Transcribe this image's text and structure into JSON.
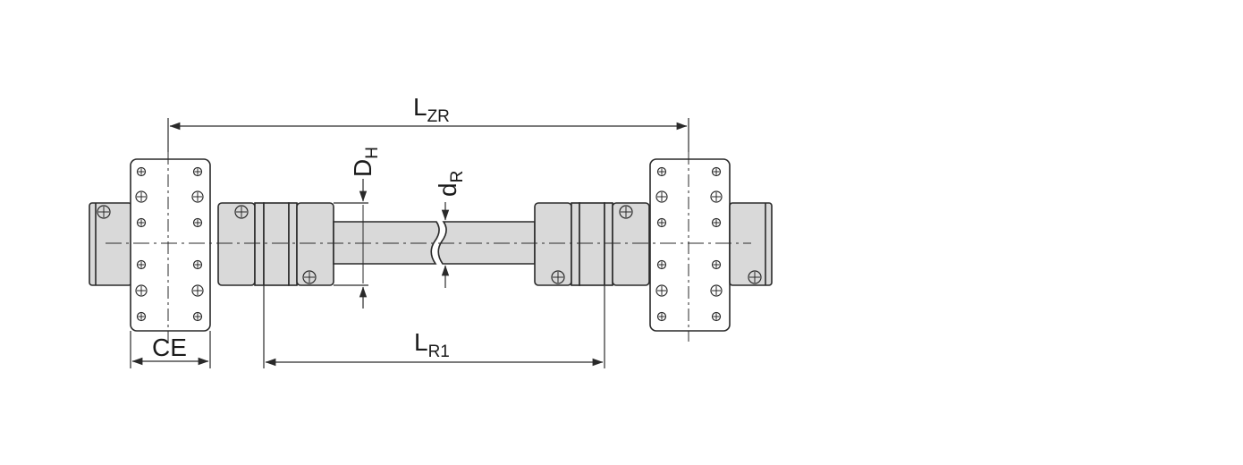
{
  "dimensions": {
    "lzr": {
      "main": "L",
      "sub": "ZR"
    },
    "lr1": {
      "main": "L",
      "sub": "R1"
    },
    "ce": {
      "main": "CE"
    },
    "dh": {
      "main": "D",
      "sub": "H"
    },
    "dr": {
      "main": "d",
      "sub": "R"
    }
  },
  "colors": {
    "line": "#2a2a2a",
    "part_fill": "#d9d9d9",
    "plate_fill": "#ffffff",
    "background": "#ffffff"
  }
}
